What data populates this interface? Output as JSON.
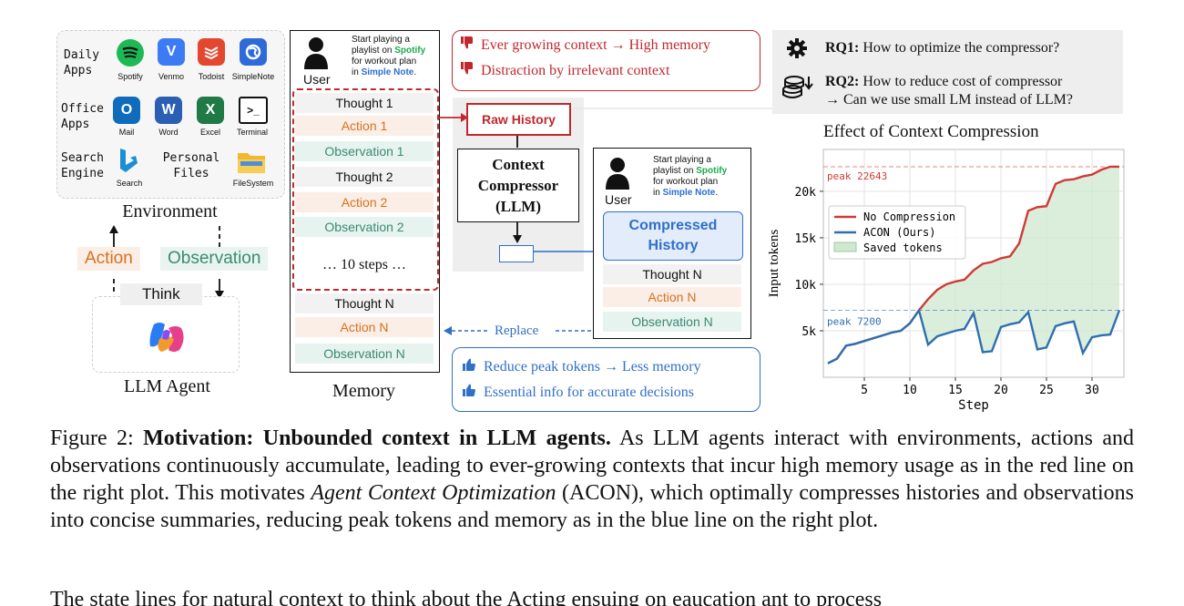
{
  "environment": {
    "daily_label": "Daily\nApps",
    "office_label": "Office\nApps",
    "search_label": "Search\nEngine",
    "personal_label": "Personal\nFiles",
    "apps": {
      "spotify": "Spotify",
      "venmo": "Venmo",
      "todoist": "Todoist",
      "simplenote": "SimpleNote",
      "mail": "Mail",
      "word": "Word",
      "excel": "Excel",
      "terminal": "Terminal",
      "search": "Search",
      "filesystem": "FileSystem"
    },
    "title": "Environment"
  },
  "agent": {
    "action": "Action",
    "observation": "Observation",
    "think": "Think",
    "title": "LLM Agent"
  },
  "user_task": {
    "user": "User",
    "line1": "Start playing a",
    "line2_pre": "playlist on ",
    "spotify": "Spotify",
    "line3": "for workout plan",
    "line4_pre": "in ",
    "simple_note": "Simple Note",
    "line4_post": "."
  },
  "memory": {
    "rows": [
      "Thought 1",
      "Action 1",
      "Observation 1",
      "Thought 2",
      "Action 2",
      "Observation 2"
    ],
    "ellipsis": "… 10 steps …",
    "thought_n": "Thought N",
    "action_n": "Action N",
    "observation_n": "Observation N",
    "title": "Memory"
  },
  "cons": {
    "line1": "Ever growing context → High memory",
    "line2": "Distraction by irrelevant context"
  },
  "compressor": {
    "raw_history": "Raw History",
    "cc_l1": "Context",
    "cc_l2": "Compressor",
    "cc_l3": "(LLM)",
    "compressed_l1": "Compressed",
    "compressed_l2": "History",
    "replace": "Replace"
  },
  "pros": {
    "line1": "Reduce peak tokens → Less memory",
    "line2": "Essential info for accurate decisions"
  },
  "rq": {
    "rq1_bold": "RQ1:",
    "rq1_text": " How to optimize the compressor?",
    "rq2_bold": "RQ2:",
    "rq2_text": " How to reduce cost of compressor",
    "rq2_line2": "→ Can we use small LM instead of LLM?"
  },
  "chart_data": {
    "type": "line",
    "title": "Effect of Context Compression",
    "xlabel": "Step",
    "ylabel": "Input tokens",
    "xlim": [
      0.5,
      33.5
    ],
    "ylim": [
      0,
      24500
    ],
    "xticks": [
      "5",
      "10",
      "15",
      "20",
      "25",
      "30"
    ],
    "xtick_values": [
      5,
      10,
      15,
      20,
      25,
      30
    ],
    "yticks": [
      "5k",
      "10k",
      "15k",
      "20k"
    ],
    "ytick_values": [
      5000,
      10000,
      15000,
      20000
    ],
    "grid": true,
    "legend_position": "upper-left",
    "peak_labels": {
      "no_compression": "peak 22643",
      "acon": "peak 7200"
    },
    "peaks": {
      "no_compression": 22643,
      "acon": 7200
    },
    "legend_fill_label": "Saved tokens",
    "x": [
      1,
      2,
      3,
      4,
      5,
      6,
      7,
      8,
      9,
      10,
      11,
      12,
      13,
      14,
      15,
      16,
      17,
      18,
      19,
      20,
      21,
      22,
      23,
      24,
      25,
      26,
      27,
      28,
      29,
      30,
      31,
      32,
      33
    ],
    "series": [
      {
        "name": "No Compression",
        "color": "#d03a36",
        "values": [
          1500,
          2000,
          3400,
          3600,
          3900,
          4200,
          4500,
          4800,
          5000,
          5800,
          7200,
          8400,
          9400,
          10000,
          10300,
          10500,
          11500,
          12200,
          12400,
          12800,
          13000,
          14400,
          17900,
          18300,
          18400,
          20800,
          21200,
          21300,
          21600,
          21800,
          22300,
          22643,
          22643
        ]
      },
      {
        "name": "ACON (Ours)",
        "color": "#2f6fb0",
        "values": [
          1500,
          2000,
          3400,
          3600,
          3900,
          4200,
          4500,
          4800,
          5000,
          5800,
          7200,
          3500,
          4400,
          4700,
          5000,
          5200,
          6900,
          2700,
          2800,
          5400,
          5700,
          5900,
          7000,
          3000,
          3200,
          5500,
          5800,
          6000,
          2600,
          4300,
          4500,
          4600,
          7200
        ]
      }
    ],
    "colors": {
      "fill": "#cfe8cf"
    }
  },
  "caption": {
    "fig_label": "Figure 2: ",
    "bold": "Motivation: Unbounded context in LLM agents.",
    "text1": " As LLM agents interact with environments, actions and observations continuously accumulate, leading to ever-growing contexts that incur high memory usage as in the red line on the right plot. This motivates ",
    "ital1": "Agent Context Optimization",
    "text2": " (",
    "acon": "ACON",
    "text3": "), which optimally compresses histories and observations into concise summaries, reducing peak tokens and memory as in the blue line on the right plot.",
    "cut_line": "The state lines for natural context to think about the Acting ensuing on eaucation ant to process"
  }
}
